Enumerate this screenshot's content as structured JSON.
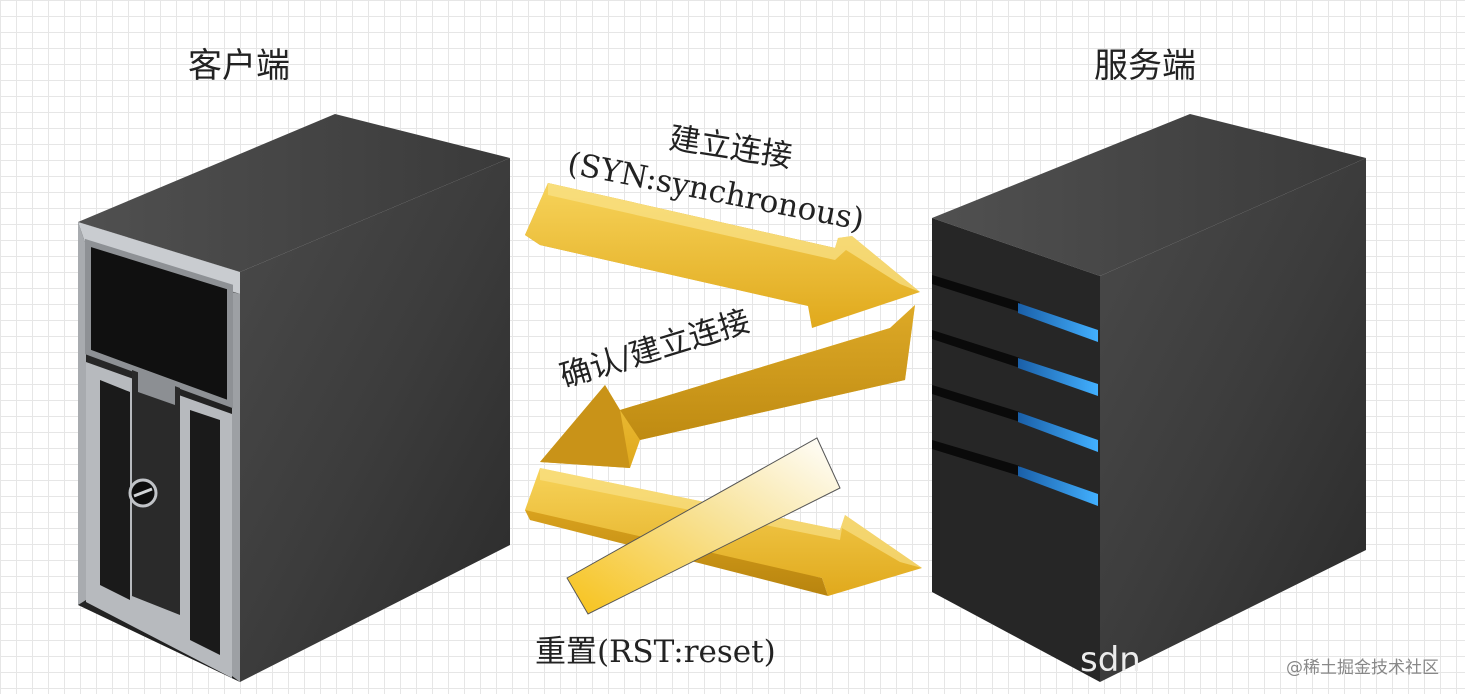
{
  "client": {
    "title": "客户端"
  },
  "server": {
    "title": "服务端"
  },
  "arrows": {
    "syn_title": "建立连接",
    "syn_detail": "(SYN:synchronous)",
    "ack_label": "确认/建立连接",
    "rst_label": "重置(RST:reset)"
  },
  "colors": {
    "arrow_gold": "#f2c230",
    "server_body": "#3a3a3a",
    "server_led": "#2b8fe0",
    "client_frame": "#b9bcc0"
  },
  "watermark": {
    "faint": "sdn",
    "brand": "@稀土掘金技术社区"
  }
}
